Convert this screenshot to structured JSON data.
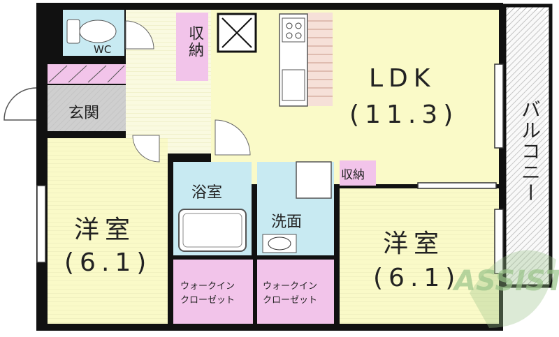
{
  "rooms": {
    "ldk_name": "LDK",
    "ldk_size": "(11.3)",
    "western_left_name": "洋室",
    "western_left_size": "(6.1)",
    "western_right_name": "洋室",
    "western_right_size": "(6.1)",
    "bath": "浴室",
    "washroom": "洗面",
    "entrance": "玄関",
    "storage_top": "収納",
    "storage_right": "収納",
    "wc": "WC",
    "closet_left_1": "ウォークイン",
    "closet_left_2": "クローゼット",
    "closet_right_1": "ウォークイン",
    "closet_right_2": "クローゼット",
    "balcony": "バルコニー"
  },
  "watermark": "ASSIST",
  "colors": {
    "ldk": "#fafac8",
    "bath": "#c8eaf2",
    "closet": "#f2c4ea",
    "storage": "#f2c4ea",
    "entrance": "#cfcfcf",
    "balcony": "#d8d8d8",
    "wall": "#111111",
    "hall": "#fafae0"
  }
}
